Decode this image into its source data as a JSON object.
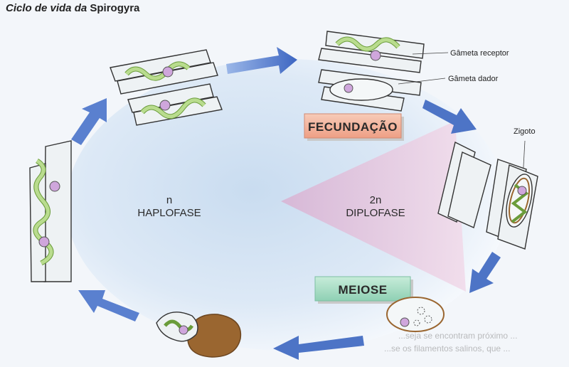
{
  "title": {
    "prefix": "Ciclo de vida da",
    "organism": "Spirogyra"
  },
  "phases": {
    "haploid_ploidy": "n",
    "haploid_name": "HAPLOFASE",
    "diploid_ploidy": "2n",
    "diploid_name": "DIPLOFASE"
  },
  "stages": {
    "fertilization": "FECUNDAÇÃO",
    "meiosis": "MEIOSE"
  },
  "callouts": {
    "receptor": "Gâmeta receptor",
    "donor": "Gâmeta dador",
    "zygote": "Zigoto"
  },
  "footer": {
    "line1": "...seja se encontram próximo ...",
    "line2": "...se os filamentos salinos, que ..."
  },
  "colors": {
    "arrow": "#4d77cc",
    "ellipse": "#dbe8f5",
    "diploid_wedge": "#e6c5dc",
    "fecundacao_box": "#f3b9a2",
    "meiose_box": "#a8dcc5",
    "chloroplast": "#b9dc8e",
    "nucleus": "#cfa6dc",
    "spore_wall": "#9a6630"
  }
}
